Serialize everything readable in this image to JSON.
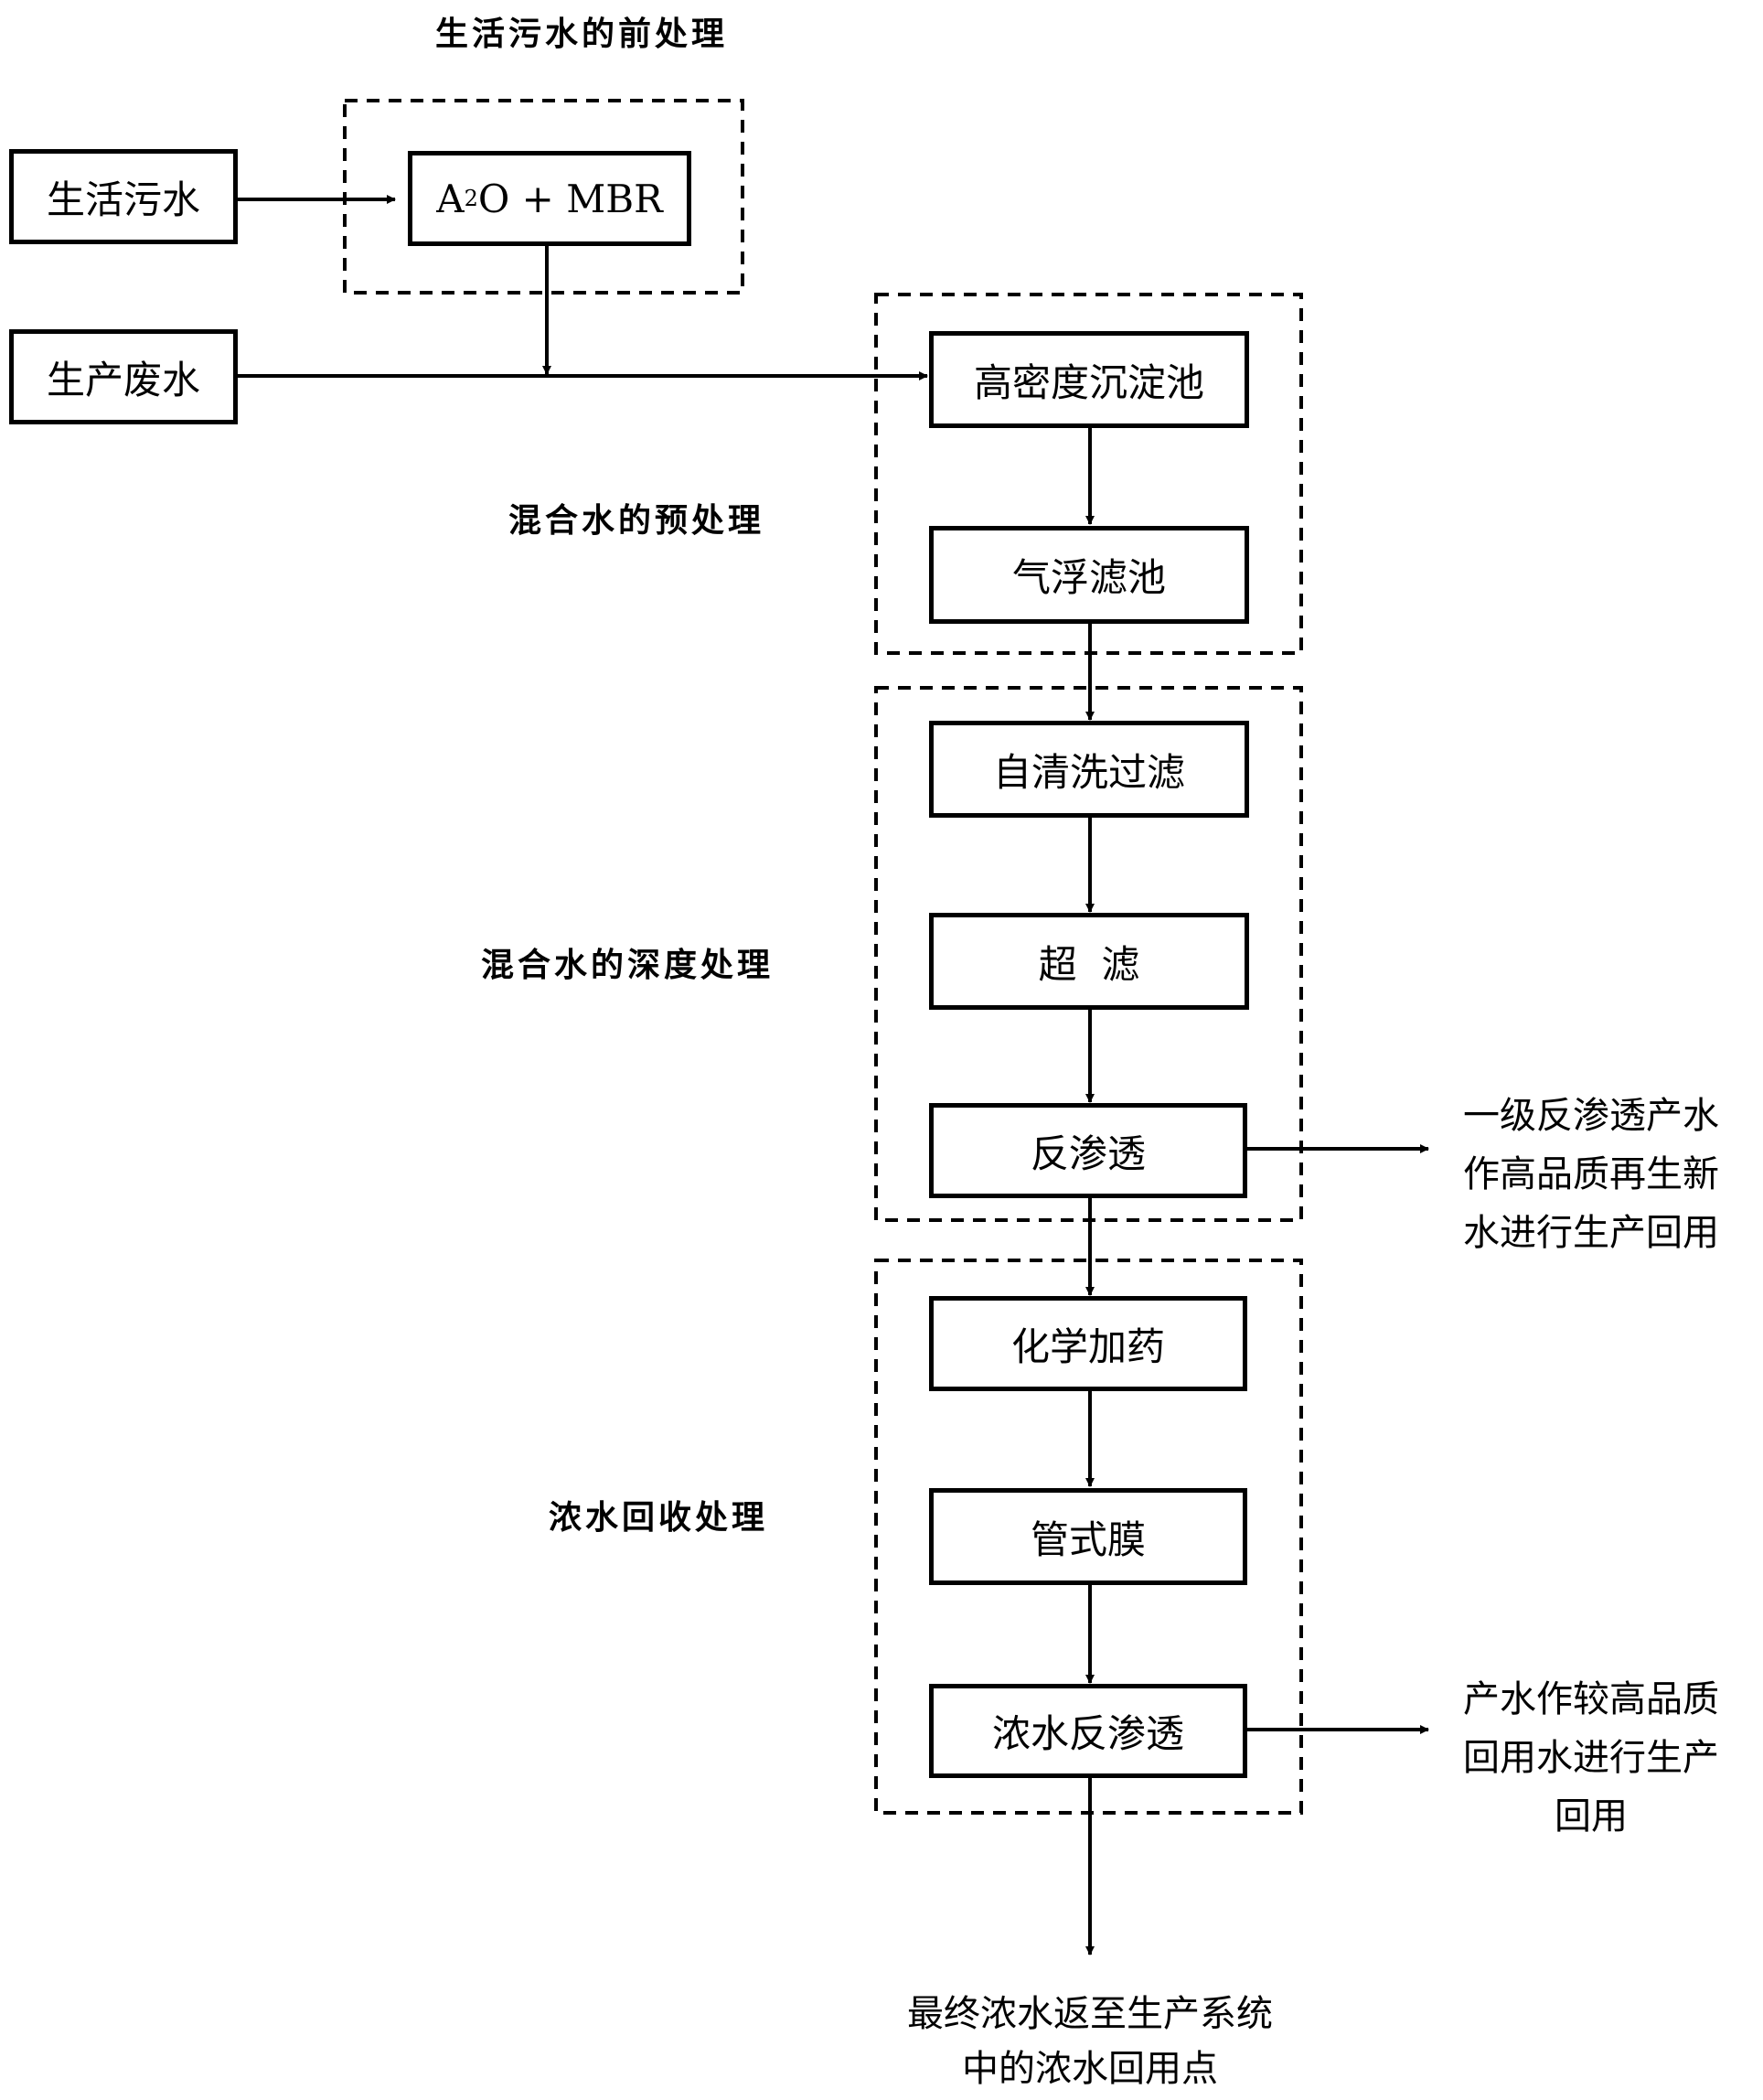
{
  "sections": {
    "pretreatment_domestic": "生活污水的前处理",
    "pretreatment_mixed": "混合水的预处理",
    "advanced_treatment_mixed": "混合水的深度处理",
    "concentrate_recovery": "浓水回收处理"
  },
  "sources": {
    "domestic_sewage": "生活污水",
    "production_wastewater": "生产废水"
  },
  "process": {
    "a2o_prefix": "A",
    "a2o_sup": "2",
    "a2o_suffix": "O + MBR",
    "high_density_sedimentation": "高密度沉淀池",
    "air_flotation_filter": "气浮滤池",
    "self_cleaning_filter": "自清洗过滤",
    "ultrafiltration": "超  滤",
    "reverse_osmosis": "反渗透",
    "chemical_dosing": "化学加药",
    "tubular_membrane": "管式膜",
    "concentrate_ro": "浓水反渗透"
  },
  "outputs": {
    "ro_product": [
      "一级反渗透产水",
      "作高品质再生新",
      "水进行生产回用"
    ],
    "concentrate_ro_product": [
      "产水作较高品质",
      "回用水进行生产",
      "回用"
    ],
    "final_concentrate": [
      "最终浓水返至生产系统",
      "中的浓水回用点"
    ]
  }
}
